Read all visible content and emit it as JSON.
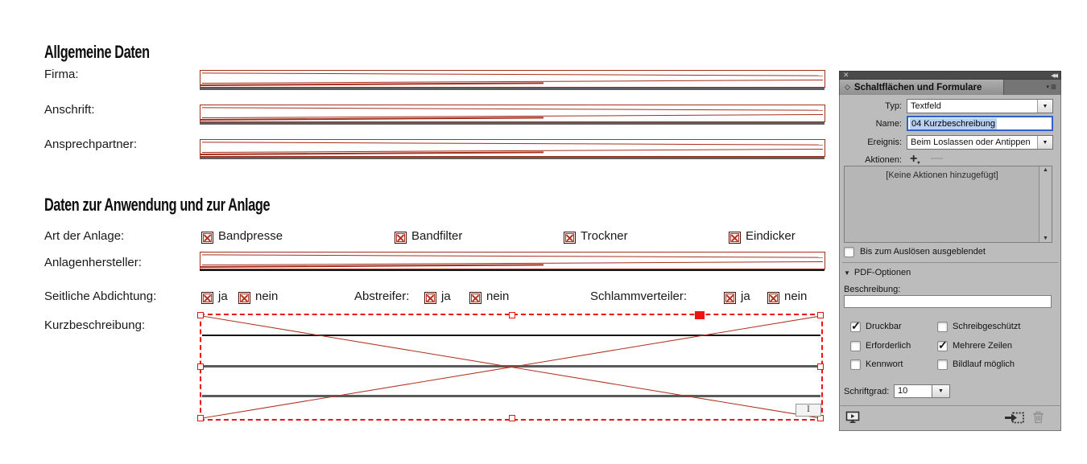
{
  "document": {
    "headings": {
      "general": "Allgemeine Daten",
      "application": "Daten zur Anwendung und zur Anlage"
    },
    "labels": {
      "firma": "Firma:",
      "anschrift": "Anschrift:",
      "ansprechpartner": "Ansprechpartner:",
      "art_der_anlage": "Art der Anlage:",
      "anlagenhersteller": "Anlagenhersteller:",
      "seitliche_abdichtung": "Seitliche Abdichtung:",
      "abstreifer": "Abstreifer:",
      "schlammverteiler": "Schlammverteiler:",
      "kurzbeschreibung": "Kurzbeschreibung:"
    },
    "anlage_options": [
      "Bandpresse",
      "Bandfilter",
      "Trockner",
      "Eindicker"
    ],
    "janein": {
      "ja": "ja",
      "nein": "nein"
    }
  },
  "panel": {
    "title": "Schaltflächen und Formulare",
    "rows": {
      "typ": {
        "label": "Typ:",
        "value": "Textfeld"
      },
      "name": {
        "label": "Name:",
        "value": "04 Kurzbeschreibung"
      },
      "ereignis": {
        "label": "Ereignis:",
        "value": "Beim Loslassen oder Antippen"
      },
      "aktionen": {
        "label": "Aktionen:"
      }
    },
    "actions_empty": "[Keine Aktionen hinzugefügt]",
    "hidden_until_trigger": "Bis zum Auslösen ausgeblendet",
    "pdf": {
      "section_title": "PDF-Optionen",
      "beschreibung_label": "Beschreibung:",
      "beschreibung_value": "",
      "checkboxes": [
        {
          "label": "Druckbar",
          "checked": true
        },
        {
          "label": "Schreibgeschützt",
          "checked": false
        },
        {
          "label": "Erforderlich",
          "checked": false
        },
        {
          "label": "Mehrere Zeilen",
          "checked": true
        },
        {
          "label": "Kennwort",
          "checked": false
        },
        {
          "label": "Bildlauf möglich",
          "checked": false
        }
      ],
      "schriftgrad": {
        "label": "Schriftgrad:",
        "value": "10"
      }
    }
  },
  "icons": {
    "dropdown_arrow": "▼",
    "add": "+",
    "add_sub_arrow": "▾",
    "remove": "—",
    "scroll_up": "▲",
    "scroll_down": "▼",
    "close": "✕",
    "collapse": "◀◀",
    "disclosure": "▼",
    "tab_toggle": "◇",
    "menu_arrow": "▾",
    "menu_lines": "≡",
    "field_badge": "I"
  },
  "colors": {
    "field_red": "#a5301f",
    "selection_red": "#ee1310",
    "panel_bg": "#bcbcbc",
    "header_bg": "#4a4a4a",
    "focus_blue": "#2e62c9",
    "selection_highlight": "#b8d0f2"
  }
}
